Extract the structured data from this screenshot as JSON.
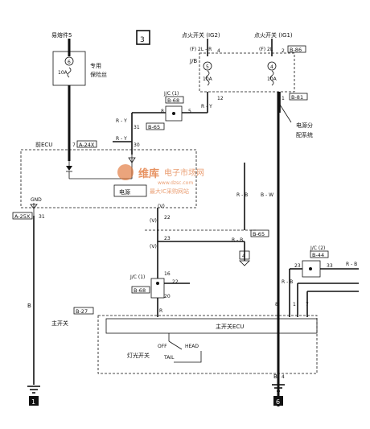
{
  "page_number": "3",
  "fuse_box_label": "易熔件5",
  "dedicated_fuse": {
    "number": "6",
    "amps": "10A",
    "label_line1": "专用",
    "label_line2": "保险丝"
  },
  "ig2_label": "点火开关 (IG2)",
  "ig1_label": "点火开关 (IG1)",
  "ig2_pin": "(F) 2L - R",
  "ig1_pin": "(F) 2L",
  "ig1_connector": "B-86",
  "ig2_pin_no": "4",
  "ig1_pin_no": "2",
  "jb_label": "J/B",
  "fuse5": {
    "number": "5",
    "amps": "10A"
  },
  "fuse4": {
    "number": "4",
    "amps": "10A"
  },
  "jb_pin_12": "12",
  "jb_pin_1": "1",
  "conn_b81": "B-81",
  "power_dist_line1": "电源分",
  "power_dist_line2": "配系统",
  "jc1_top": {
    "label": "J/C (1)",
    "connector": "B-68",
    "pin_left": "8",
    "pin_right": "5"
  },
  "wire_ry_1": "R - Y",
  "wire_ry_2": "R - Y",
  "wire_ry_3": "R - Y",
  "front_ecu": {
    "label": "前ECU",
    "connector": "A-24X",
    "pin_7": "7",
    "pin_31": "31",
    "pin_30": "30",
    "conn_b65": "B-65",
    "power_label": "电源",
    "gnd_label": "GND",
    "gnd_pin": "31",
    "gnd_conn": "A-25X",
    "pin_22": "22"
  },
  "watermark": {
    "brand": "维库",
    "site": "电子市场网",
    "slogan": "最大IC采购网站",
    "url": "www.dzsc.com"
  },
  "wire_rb_1": "R - B",
  "wire_rb_2": "R - B",
  "wire_bw": "B - W",
  "v_mark_1": "(V)",
  "v_mark_2": "(V)",
  "v_mark_3": "(V)",
  "pin_23": "23",
  "conn_b65b": "B-65",
  "conn_box4": "4",
  "jc1_bottom": {
    "label": "J/C (1)",
    "connector": "B-68",
    "pin_16": "16",
    "pin_22": "22",
    "pin_20": "20"
  },
  "jc2": {
    "label": "J/C (2)",
    "connector": "B-44",
    "pin_23": "23",
    "pin_33": "33",
    "wire": "R - B"
  },
  "wire_rb_right": "R - B",
  "main_switch": {
    "connector": "B-27",
    "label": "主开关",
    "ecu_label": "主开关ECU",
    "pin_8": "8",
    "pin_1": "1",
    "pin_7": "7"
  },
  "light_switch": {
    "label": "灯光开关",
    "off": "OFF",
    "head": "HEAD",
    "tail": "TAIL"
  },
  "wire_b_left": "B",
  "wire_b_bottom": "B",
  "pin_4": "4",
  "ground_1": "1",
  "ground_6": "6"
}
